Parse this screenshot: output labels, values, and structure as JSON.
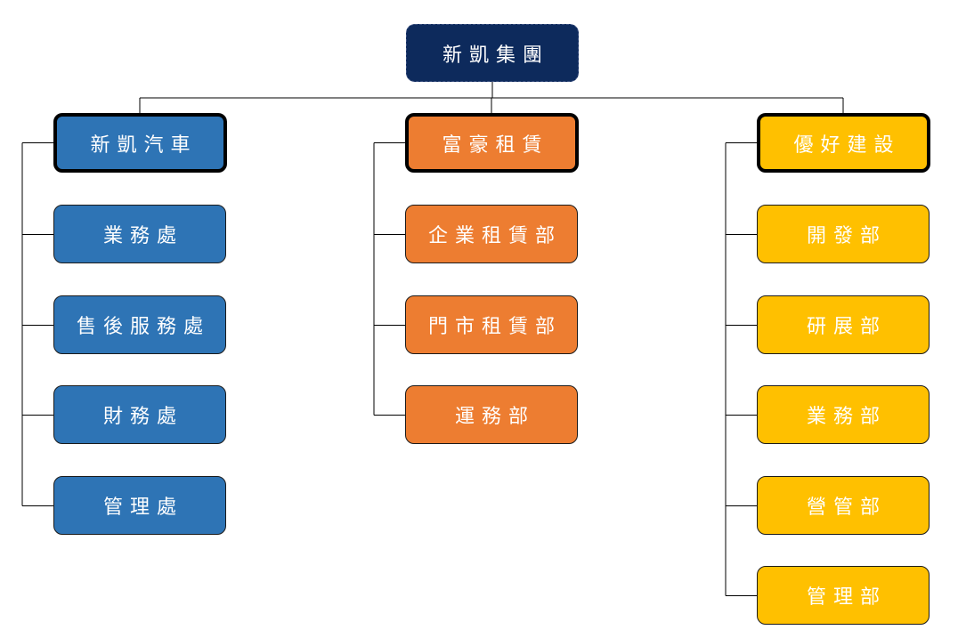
{
  "colors": {
    "root_fill": "#0d2a5c",
    "connector": "#000000",
    "text": "#ffffff"
  },
  "root": {
    "label": "新凱集團"
  },
  "companies": [
    {
      "label": "新凱汽車",
      "color": "#2e74b5",
      "departments": [
        "業務處",
        "售後服務處",
        "財務處",
        "管理處"
      ]
    },
    {
      "label": "富豪租賃",
      "color": "#ed7d31",
      "departments": [
        "企業租賃部",
        "門市租賃部",
        "運務部"
      ]
    },
    {
      "label": "優好建設",
      "color": "#ffc000",
      "departments": [
        "開發部",
        "研展部",
        "業務部",
        "營管部",
        "管理部"
      ]
    }
  ]
}
